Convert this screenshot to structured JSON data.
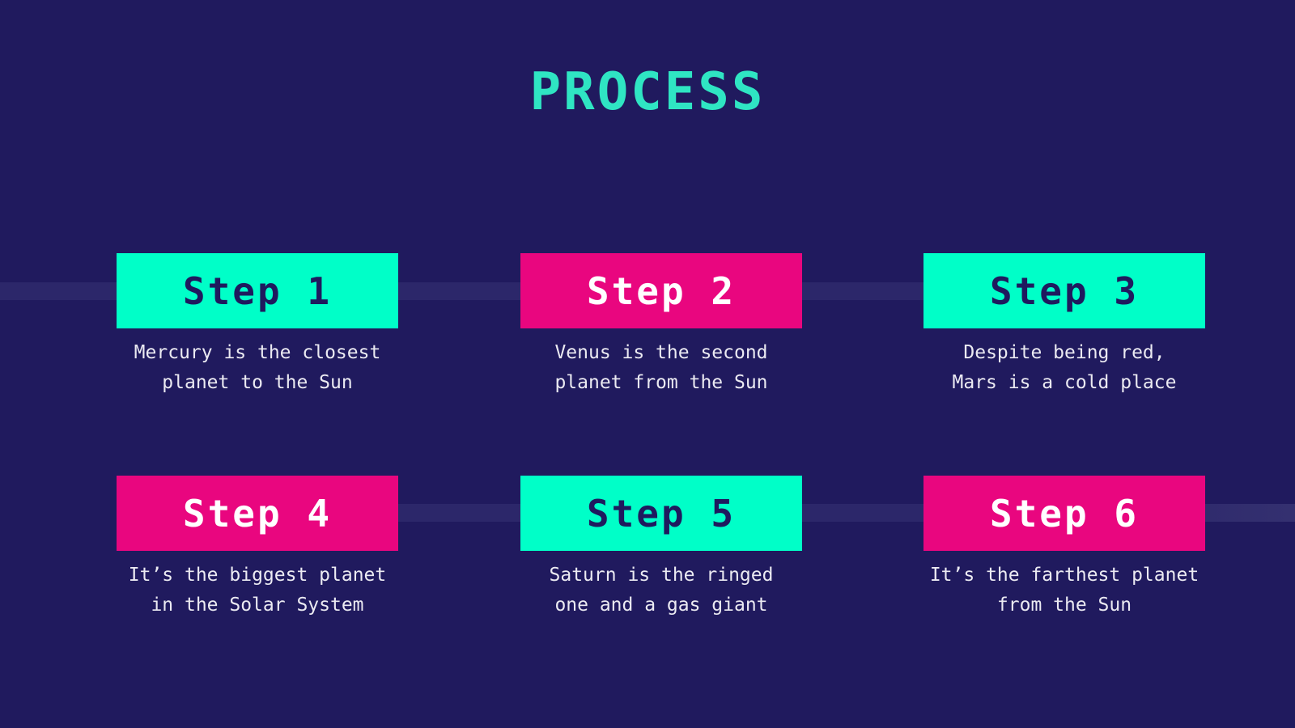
{
  "slide": {
    "title": "PROCESS"
  },
  "colors": {
    "background": "#201A5E",
    "connector_line": "#2C276A",
    "teal_box": "#00FFC8",
    "magenta_box": "#E9067F",
    "title_teal": "#2FE5C3",
    "dark_text_on_teal": "#1F1A5E",
    "white_text_on_magenta": "#FFFFFF",
    "description_text": "#EBEAF2"
  },
  "steps": [
    {
      "label": "Step 1",
      "variant": "teal",
      "description_line1": "Mercury is the closest",
      "description_line2": "planet to the Sun"
    },
    {
      "label": "Step 2",
      "variant": "magenta",
      "description_line1": "Venus is the second",
      "description_line2": "planet from the Sun"
    },
    {
      "label": "Step 3",
      "variant": "teal",
      "description_line1": "Despite being red,",
      "description_line2": "Mars is a cold place"
    },
    {
      "label": "Step 4",
      "variant": "magenta",
      "description_line1": "It’s the biggest planet",
      "description_line2": "in the Solar System"
    },
    {
      "label": "Step 5",
      "variant": "teal",
      "description_line1": "Saturn is the ringed",
      "description_line2": "one and a gas giant"
    },
    {
      "label": "Step 6",
      "variant": "magenta",
      "description_line1": "It’s the farthest planet",
      "description_line2": "from the Sun"
    }
  ]
}
